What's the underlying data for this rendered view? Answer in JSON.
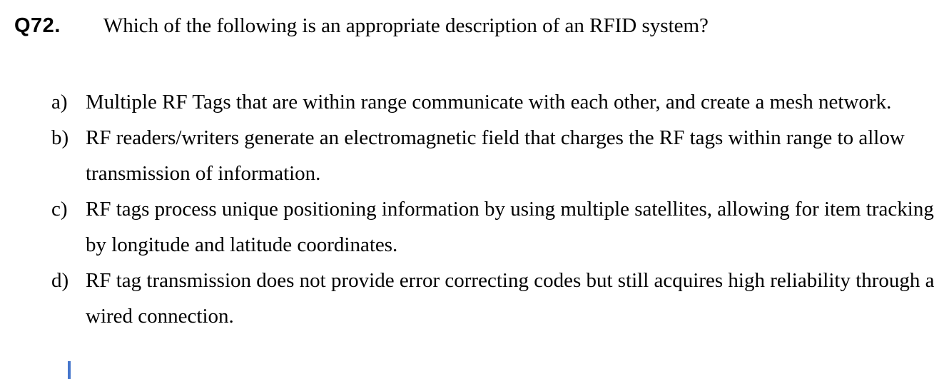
{
  "question": {
    "number": "Q72.",
    "text": "Which of the following is an appropriate description of an RFID system?"
  },
  "options": [
    {
      "label": "a)",
      "text": "Multiple RF Tags that are within range communicate with each other, and create a mesh network."
    },
    {
      "label": "b)",
      "text": "RF readers/writers generate an electromagnetic field that charges the RF tags within range to allow transmission of information."
    },
    {
      "label": "c)",
      "text": "RF tags process unique positioning information by using multiple satellites, allowing for item tracking by longitude and latitude coordinates."
    },
    {
      "label": "d)",
      "text": "RF tag transmission does not provide error correcting codes but still acquires high reliability through a wired connection."
    }
  ],
  "cursor": {
    "color": "#4576cc"
  }
}
